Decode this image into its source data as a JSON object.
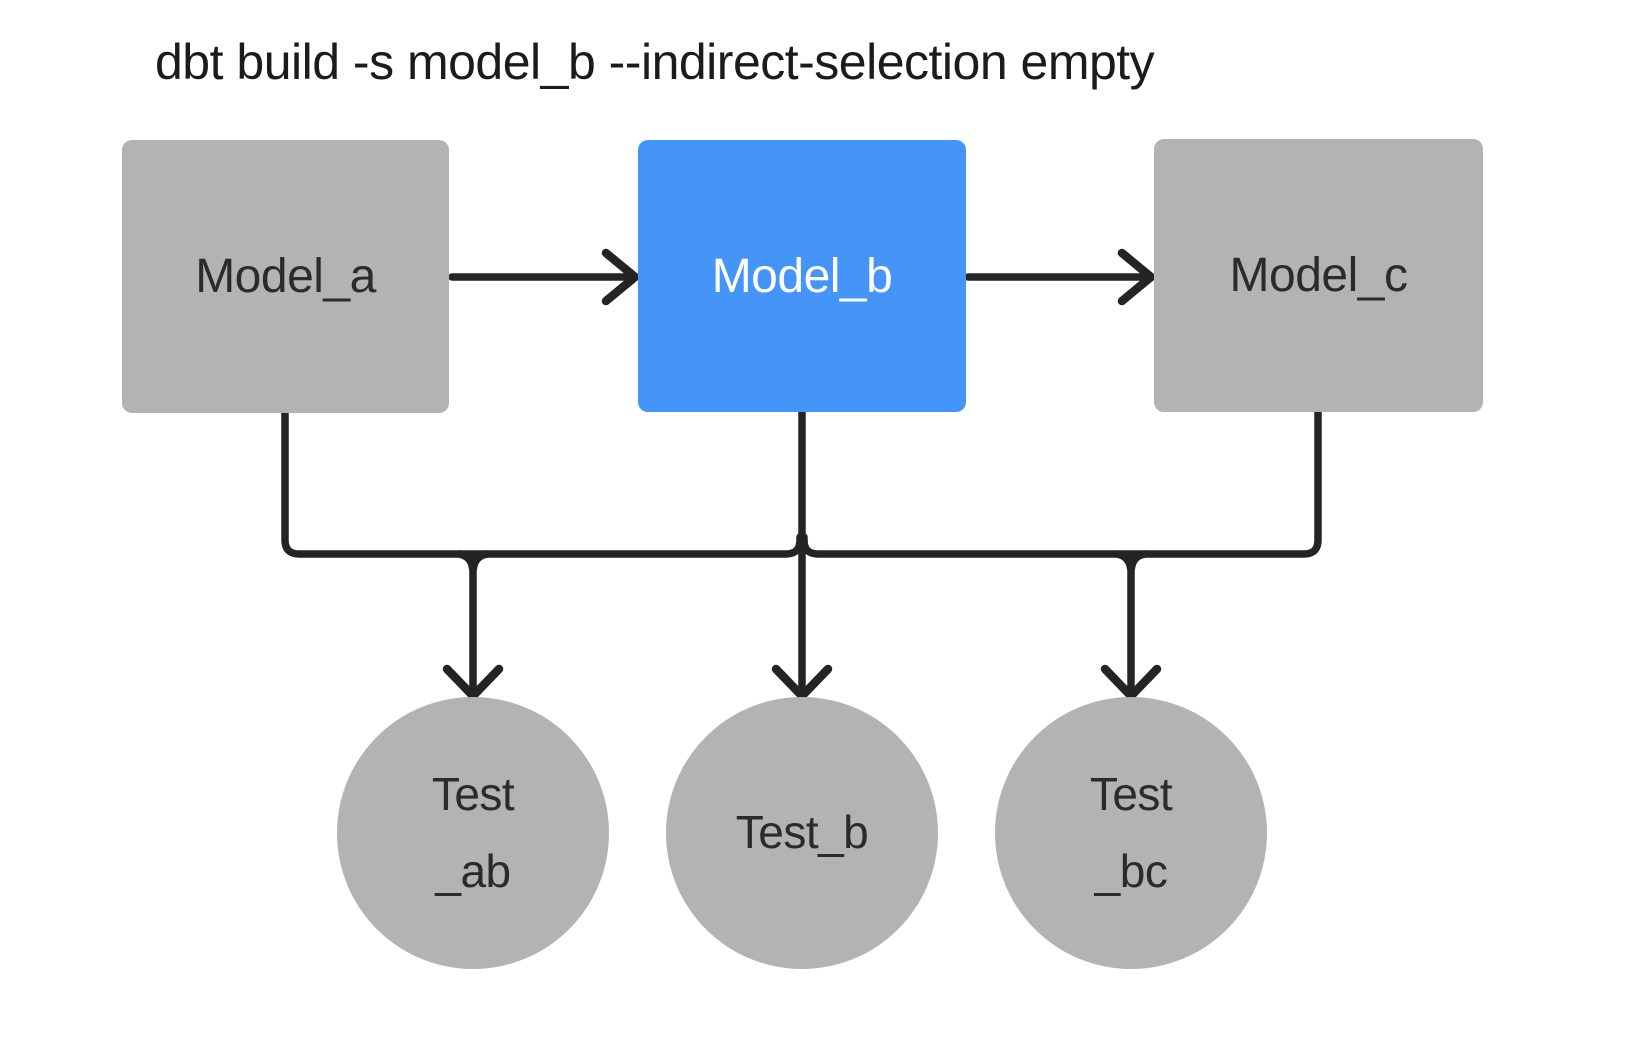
{
  "title": "dbt build -s model_b --indirect-selection empty",
  "colors": {
    "node_gray": "#b3b3b3",
    "selected_blue": "#4495f7",
    "edge_line": "#242424",
    "text_dark": "#2b2b2b",
    "text_light": "#ffffff",
    "background": "#ffffff"
  },
  "nodes": {
    "model_a": {
      "label": "Model_a",
      "type": "model",
      "state": "unselected"
    },
    "model_b": {
      "label": "Model_b",
      "type": "model",
      "state": "selected"
    },
    "model_c": {
      "label": "Model_c",
      "type": "model",
      "state": "unselected"
    },
    "test_ab": {
      "label_line1": "Test",
      "label_line2": "_ab",
      "type": "test",
      "state": "unselected"
    },
    "test_b": {
      "label_line1": "Test_b",
      "label_line2": "",
      "type": "test",
      "state": "unselected"
    },
    "test_bc": {
      "label_line1": "Test",
      "label_line2": "_bc",
      "type": "test",
      "state": "unselected"
    }
  },
  "edges": [
    {
      "from": "model_a",
      "to": "model_b"
    },
    {
      "from": "model_b",
      "to": "model_c"
    },
    {
      "from": "model_a, model_b",
      "to": "test_ab"
    },
    {
      "from": "model_b",
      "to": "test_b"
    },
    {
      "from": "model_b, model_c",
      "to": "test_bc"
    }
  ]
}
